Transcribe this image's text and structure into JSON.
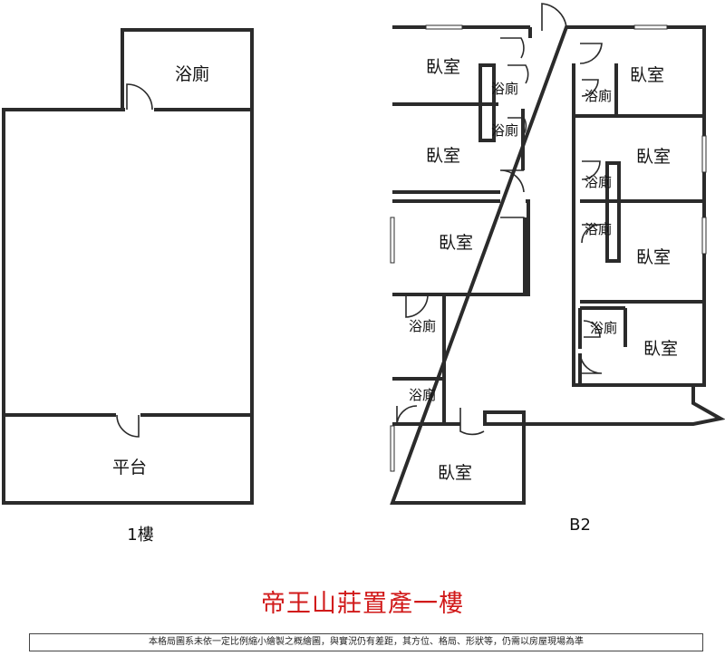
{
  "floor1": {
    "bathroom_label": "浴廁",
    "platform_label": "平台",
    "floor_label": "1樓"
  },
  "floorB2": {
    "floor_label": "B2",
    "bedroom_label": "臥室",
    "bathroom_label": "浴廁"
  },
  "title": "帝王山莊置產一樓",
  "disclaimer": "本格局圖系未依一定比例縮小繪製之概繪圖，與實況仍有差距，其方位、格局、形狀等，仍需以房屋現場為準"
}
